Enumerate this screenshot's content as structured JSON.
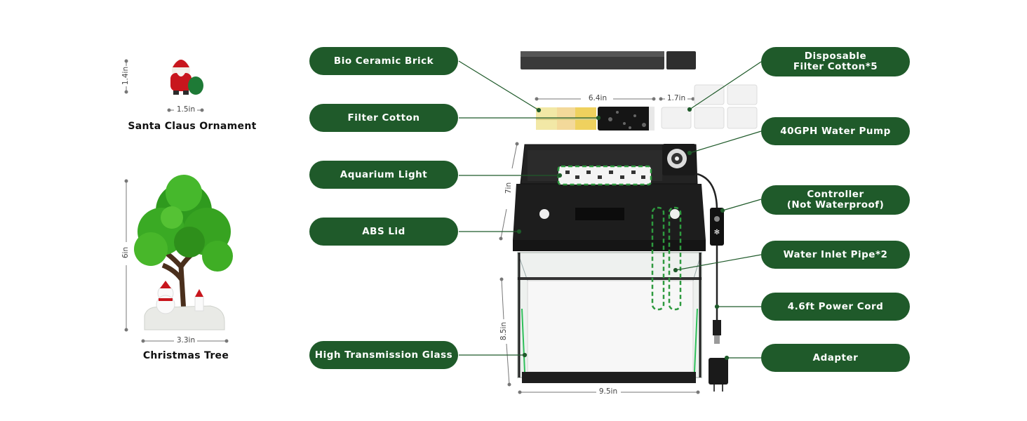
{
  "labels": {
    "bio_ceramic_brick": "Bio Ceramic Brick",
    "filter_cotton": "Filter Cotton",
    "aquarium_light": "Aquarium Light",
    "abs_lid": "ABS Lid",
    "high_transmission_glass": "High Transmission Glass",
    "disposable_filter_line1": "Disposable",
    "disposable_filter_line2": "Filter Cotton*5",
    "water_pump": "40GPH Water Pump",
    "controller_line1": "Controller",
    "controller_line2": "(Not Waterproof)",
    "water_inlet_pipe": "Water Inlet Pipe*2",
    "power_cord": "4.6ft Power Cord",
    "adapter": "Adapter"
  },
  "ornaments": {
    "santa_caption": "Santa Claus Ornament",
    "santa_height": "1.4in",
    "santa_width": "1.5in",
    "tree_caption": "Christmas Tree",
    "tree_height": "6in",
    "tree_width": "3.3in"
  },
  "dimensions": {
    "brick_width": "6.4in",
    "cotton_width": "1.7in",
    "lid_height": "7in",
    "tank_height": "8.5in",
    "tank_width": "9.5in"
  },
  "colors": {
    "pill_green": "#1f5a2a",
    "dashed_highlight": "#2e9a3f",
    "leader_line": "#1f5a2a"
  }
}
